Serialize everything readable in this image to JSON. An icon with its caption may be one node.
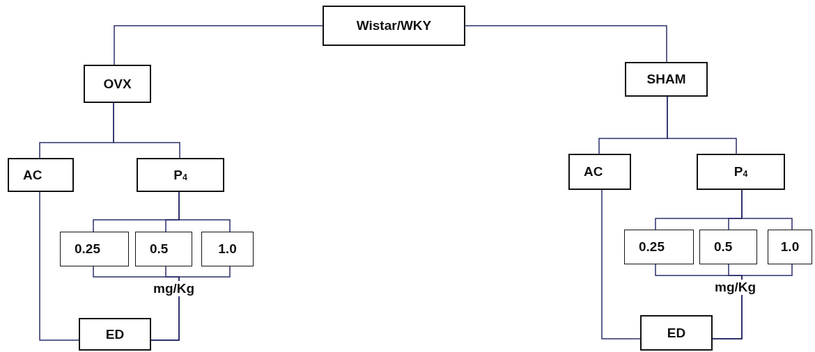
{
  "diagram": {
    "nodes": [
      {
        "text": [
          "Wistar/WKY"
        ]
      },
      {
        "text": [
          "OVX"
        ]
      },
      {
        "text": [
          "SHAM"
        ]
      },
      {
        "text": [
          "AC"
        ]
      },
      {
        "text": [
          "P$_{4}$"
        ]
      },
      {
        "text": [
          "0.25"
        ]
      },
      {
        "text": [
          "0.5"
        ]
      },
      {
        "text": [
          "1.0"
        ]
      },
      {
        "text": [
          "ED"
        ]
      },
      {
        "text": [
          "AC"
        ]
      },
      {
        "text": [
          "P$_{4}$"
        ]
      },
      {
        "text": [
          "0.25"
        ]
      },
      {
        "text": [
          "0.5"
        ]
      },
      {
        "text": [
          "1.0"
        ]
      },
      {
        "text": [
          "ED"
        ]
      }
    ],
    "edges": [
      {
        "from": 0,
        "to": 1,
        "arrow": "none"
      },
      {
        "from": 0,
        "to": 2,
        "arrow": "none"
      },
      {
        "from": 1,
        "to": 3,
        "arrow": "none"
      },
      {
        "from": 1,
        "to": 4,
        "arrow": "none"
      },
      {
        "from": 4,
        "to": 5,
        "arrow": "none"
      },
      {
        "from": 4,
        "to": 6,
        "arrow": "none"
      },
      {
        "from": 4,
        "to": 7,
        "arrow": "none"
      },
      {
        "from": 5,
        "to": 8,
        "arrow": "none"
      },
      {
        "from": 6,
        "to": 8,
        "arrow": "none"
      },
      {
        "from": 7,
        "to": 8,
        "arrow": "none"
      },
      {
        "from": 3,
        "to": 8,
        "arrow": "none"
      },
      {
        "from": 2,
        "to": 9,
        "arrow": "none"
      },
      {
        "from": 2,
        "to": 10,
        "arrow": "none"
      },
      {
        "from": 10,
        "to": 11,
        "arrow": "none"
      },
      {
        "from": 10,
        "to": 12,
        "arrow": "none"
      },
      {
        "from": 10,
        "to": 13,
        "arrow": "none"
      },
      {
        "from": 11,
        "to": 14,
        "arrow": "none"
      },
      {
        "from": 12,
        "to": 14,
        "arrow": "none"
      },
      {
        "from": 13,
        "to": 14,
        "arrow": "none"
      },
      {
        "from": 9,
        "to": 14,
        "arrow": "none"
      }
    ],
    "labels": [
      "mg/Kg",
      "mg/Kg"
    ]
  }
}
